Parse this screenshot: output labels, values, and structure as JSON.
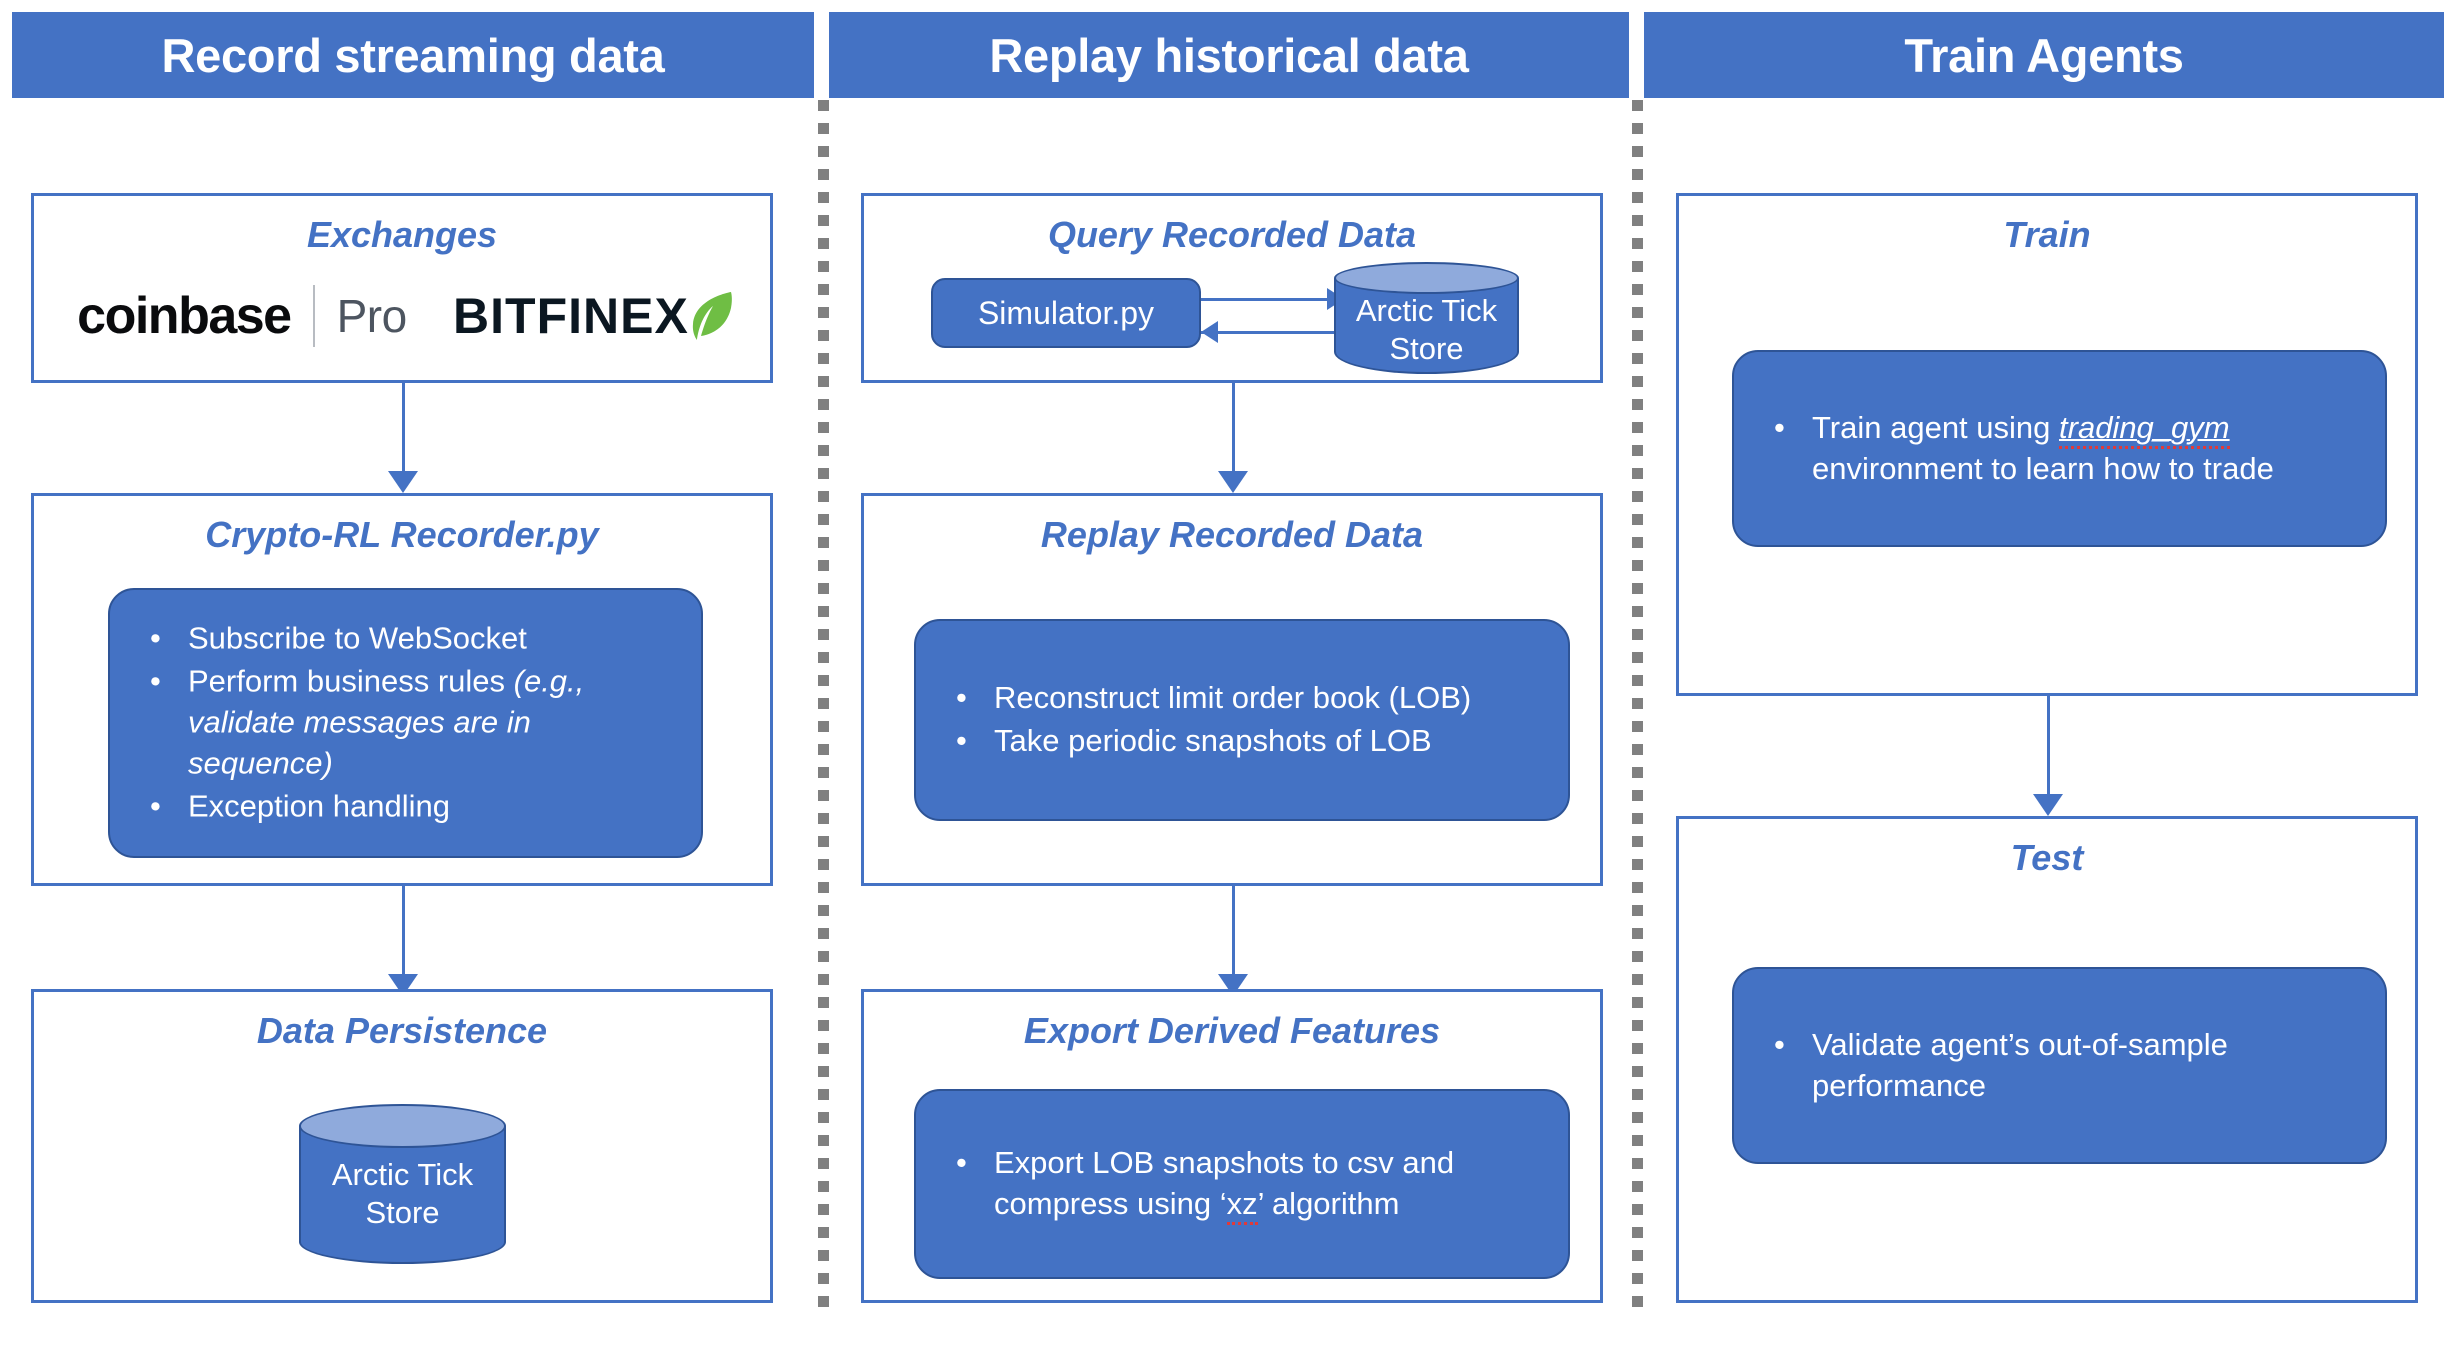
{
  "theme": {
    "accent_blue": "#4472C4",
    "dark_blue_outline": "#2E5496",
    "cylinder_top": "#8FAADC",
    "divider_gray": "#808080",
    "spellcheck_red": "#E03A3A",
    "white": "#FFFFFF"
  },
  "columns": [
    {
      "header": "Record streaming data",
      "stages": [
        {
          "title": "Exchanges",
          "logos": [
            {
              "name": "coinbase-pro-logo",
              "primary": "coinbase",
              "secondary": "Pro"
            },
            {
              "name": "bitfinex-logo",
              "primary": "BITFINEX"
            }
          ]
        },
        {
          "title": "Crypto-RL Recorder.py",
          "bullets": [
            {
              "parts": [
                {
                  "text": "Subscribe to WebSocket",
                  "style": "normal"
                }
              ]
            },
            {
              "parts": [
                {
                  "text": "Perform business rules ",
                  "style": "normal"
                },
                {
                  "text": "(e.g., validate messages are in sequence)",
                  "style": "italic"
                }
              ]
            },
            {
              "parts": [
                {
                  "text": "Exception handling",
                  "style": "normal"
                }
              ]
            }
          ]
        },
        {
          "title": "Data Persistence",
          "cylinder": {
            "line1": "Arctic Tick",
            "line2": "Store"
          }
        }
      ]
    },
    {
      "header": "Replay historical data",
      "stages": [
        {
          "title": "Query Recorded Data",
          "pill": "Simulator.py",
          "cylinder": {
            "line1": "Arctic Tick",
            "line2": "Store"
          }
        },
        {
          "title": "Replay Recorded Data",
          "bullets": [
            {
              "parts": [
                {
                  "text": "Reconstruct limit order book (LOB)",
                  "style": "normal"
                }
              ]
            },
            {
              "parts": [
                {
                  "text": "Take periodic snapshots of LOB",
                  "style": "normal"
                }
              ]
            }
          ]
        },
        {
          "title": "Export Derived Features",
          "bullets": [
            {
              "parts": [
                {
                  "text": "Export LOB snapshots to csv and compress using ‘",
                  "style": "normal"
                },
                {
                  "text": "xz",
                  "style": "spell2"
                },
                {
                  "text": "’ algorithm",
                  "style": "normal"
                }
              ]
            }
          ]
        }
      ]
    },
    {
      "header": "Train Agents",
      "stages": [
        {
          "title": "Train",
          "bullets": [
            {
              "parts": [
                {
                  "text": "Train agent using ",
                  "style": "normal"
                },
                {
                  "text": "trading_gym",
                  "style": "spell"
                },
                {
                  "text": " environment to learn how to trade",
                  "style": "normal"
                }
              ]
            }
          ]
        },
        {
          "title": "Test",
          "bullets": [
            {
              "parts": [
                {
                  "text": "Validate agent’s out-of-sample performance",
                  "style": "normal"
                }
              ]
            }
          ]
        }
      ]
    }
  ]
}
